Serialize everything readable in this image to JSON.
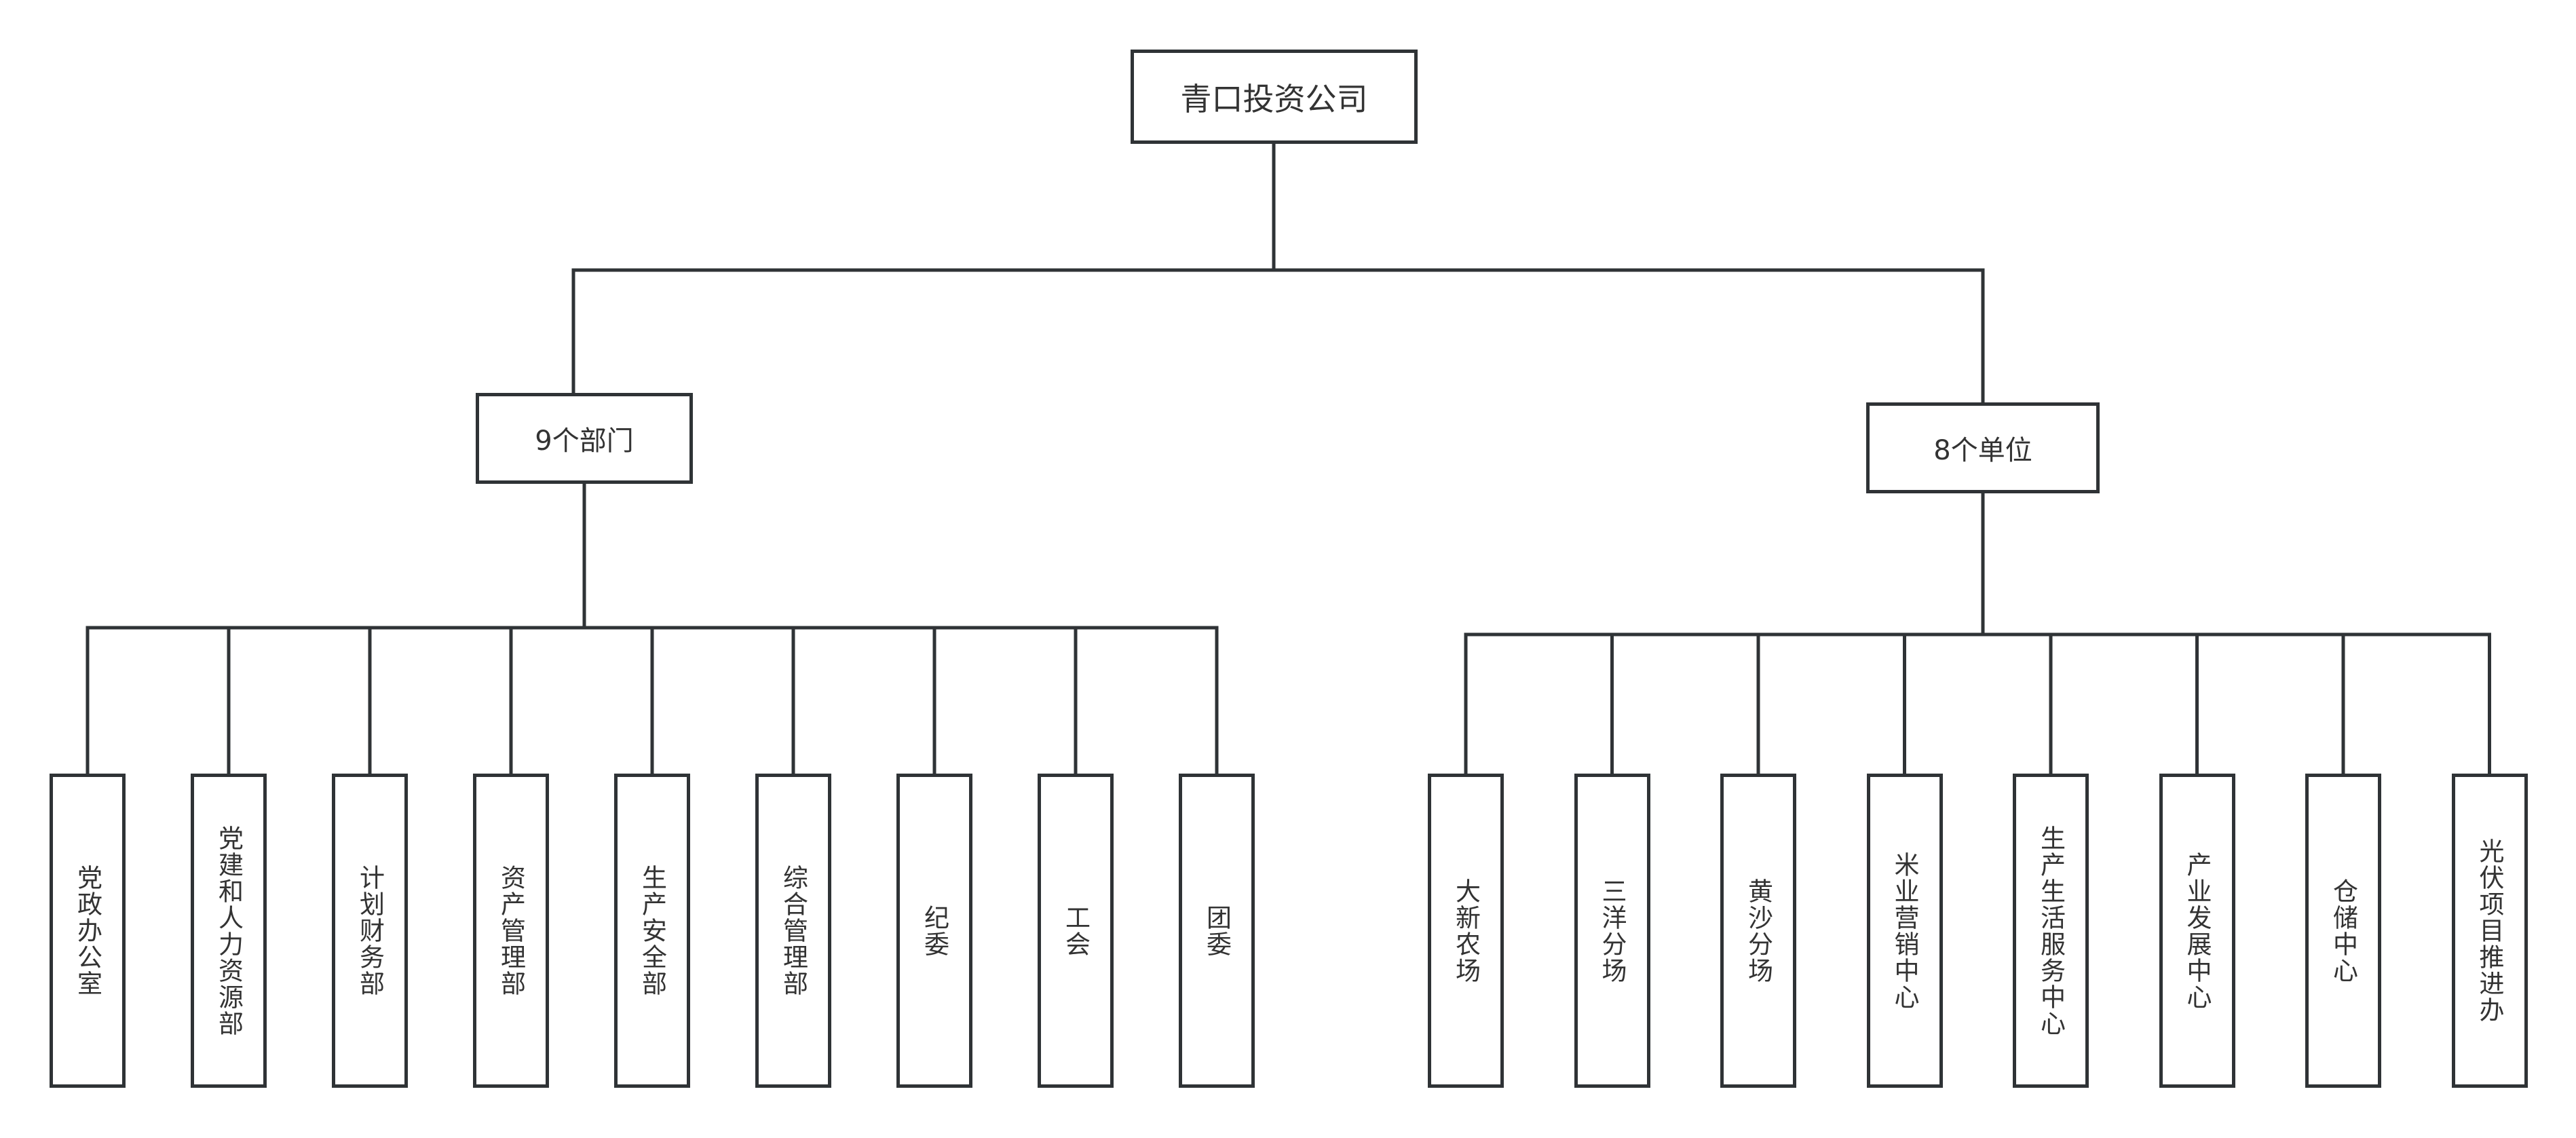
{
  "root": {
    "label": "青口投资公司"
  },
  "departments": {
    "label": "9个部门",
    "items": [
      "党政办公室",
      "党建和人力资源部",
      "计划财务部",
      "资产管理部",
      "生产安全部",
      "综合管理部",
      "纪委",
      "工会",
      "团委"
    ]
  },
  "units": {
    "label": "8个单位",
    "items": [
      "大新农场",
      "三洋分场",
      "黄沙分场",
      "米业营销中心",
      "生产生活服务中心",
      "产业发展中心",
      "仓储中心",
      "光伏项目推进办"
    ]
  },
  "colors": {
    "line": "#2f3336",
    "box_border": "#2f3336",
    "text": "#333333",
    "background": "#ffffff"
  }
}
